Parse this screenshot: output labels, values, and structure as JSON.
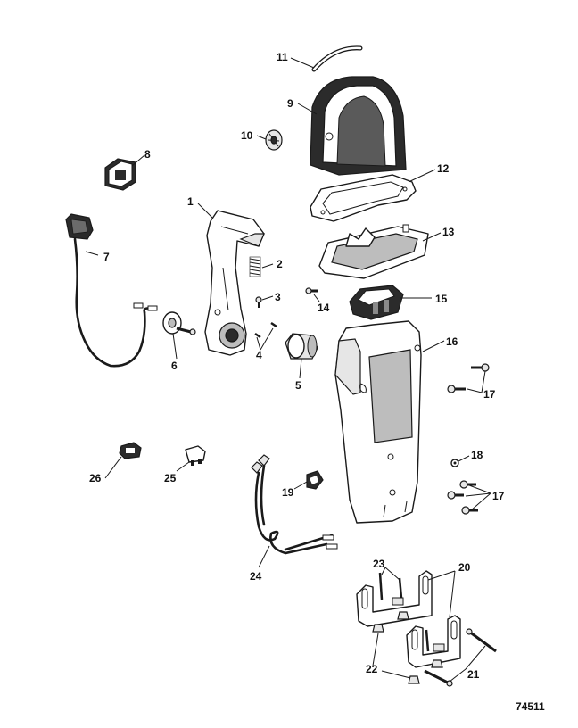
{
  "diagram": {
    "figure_id": "74511",
    "colors": {
      "line": "#1a1a1a",
      "shade": "#bdbdbd",
      "dark": "#2b2b2b",
      "background": "#ffffff"
    },
    "callouts": {
      "c1": "1",
      "c2": "2",
      "c3": "3",
      "c4": "4",
      "c5": "5",
      "c6": "6",
      "c7": "7",
      "c8": "8",
      "c9": "9",
      "c10": "10",
      "c11": "11",
      "c12": "12",
      "c13": "13",
      "c14": "14",
      "c15": "15",
      "c16": "16",
      "c17a": "17",
      "c17b": "17",
      "c18": "18",
      "c19": "19",
      "c20": "20",
      "c21": "21",
      "c22": "22",
      "c23": "23",
      "c24": "24",
      "c25": "25",
      "c26": "26"
    }
  }
}
